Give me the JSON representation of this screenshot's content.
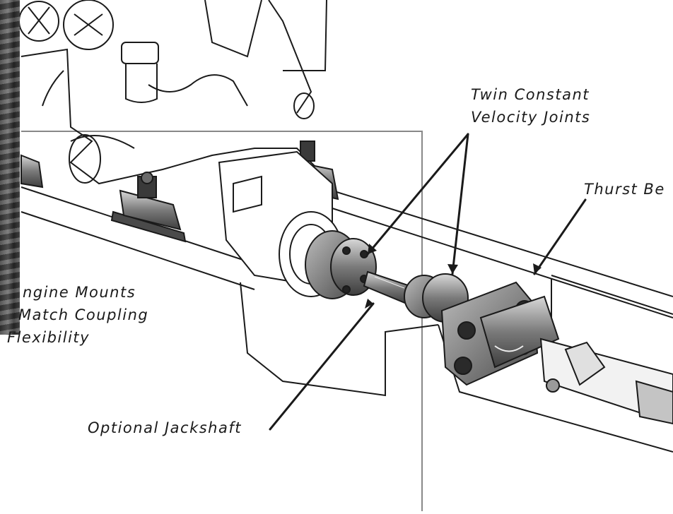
{
  "labels": {
    "twin_cv_line1": "Twin Constant",
    "twin_cv_line2": "Velocity Joints",
    "thrust_bearing": "Thurst Be",
    "engine_mounts_line1": "ngine Mounts",
    "engine_mounts_line2": "Match Coupling",
    "engine_mounts_line3": "Flexibility",
    "jackshaft": "Optional Jackshaft"
  },
  "colors": {
    "ink": "#1a1a1a",
    "metal_dark": "#5a5a5a",
    "metal_mid": "#8c8c8c",
    "metal_light": "#c8c8c8",
    "frame": "#888888"
  }
}
